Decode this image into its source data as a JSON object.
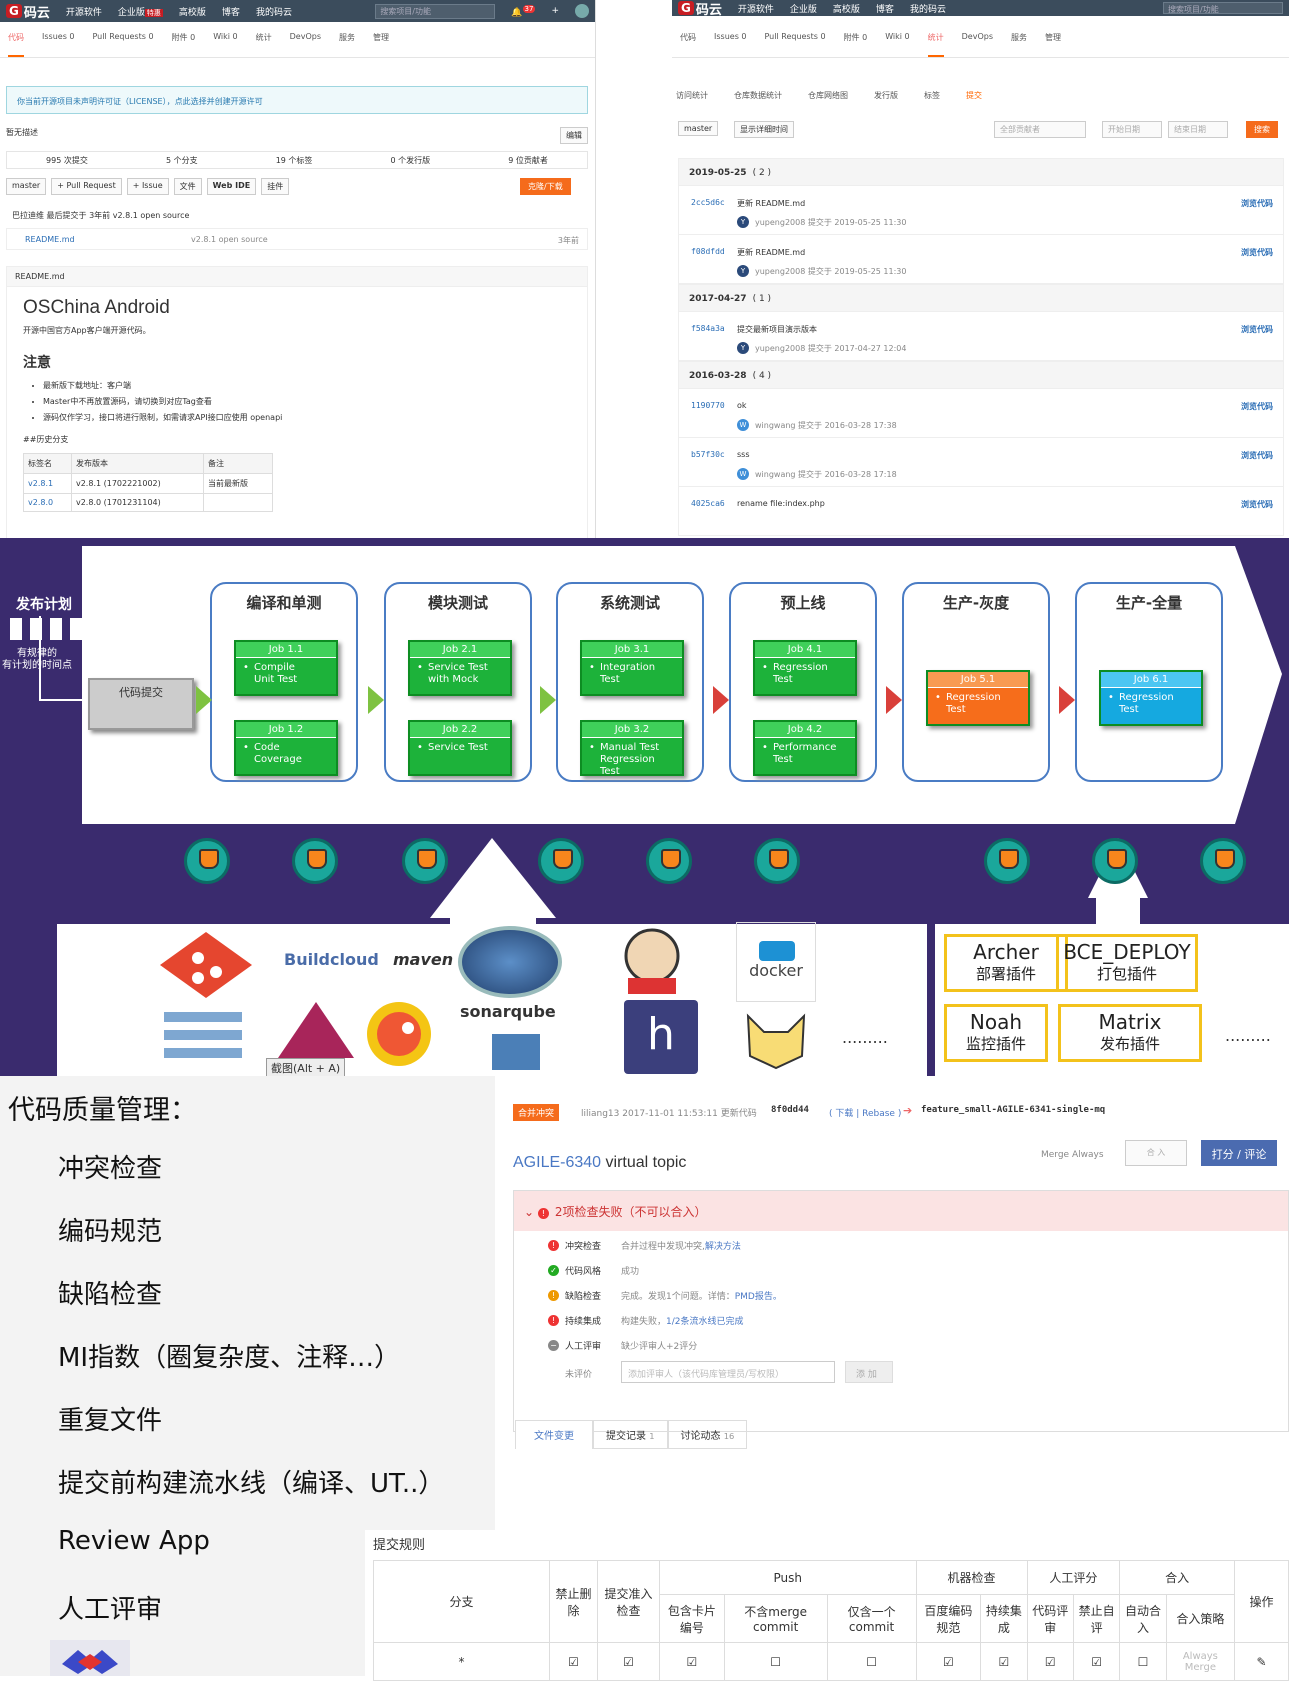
{
  "left_panel": {
    "brand": "码云",
    "nav": [
      "开源软件",
      "企业版",
      "高校版",
      "博客",
      "我的码云"
    ],
    "nav_badge": "特惠",
    "search_placeholder": "搜索项目/功能",
    "notif_count": "37",
    "tabs": [
      "代码",
      "Issues 0",
      "Pull Requests 0",
      "附件 0",
      "Wiki 0",
      "统计",
      "DevOps",
      "服务",
      "管理"
    ],
    "license_notice": "你当前开源项目未声明许可证（LICENSE），点此选择并创建开源许可",
    "no_desc": "暂无描述",
    "edit": "编辑",
    "stats": [
      "995 次提交",
      "5 个分支",
      "19 个标签",
      "0 个发行版",
      "9 位贡献者"
    ],
    "branch": "master",
    "buttons": [
      "+ Pull Request",
      "+ Issue",
      "文件",
      "Web IDE",
      "挂件"
    ],
    "clone": "克隆/下载",
    "last_commit": "巴拉迪维 最后提交于 3年前 v2.8.1 open source",
    "file_row": {
      "name": "README.md",
      "msg": "v2.8.1 open source",
      "time": "3年前"
    },
    "readme_label": "README.md",
    "readme_title": "OSChina Android",
    "readme_desc": "开源中国官方App客户端开源代码。",
    "notice_title": "注意",
    "bullets": [
      "最新版下载地址：客户端",
      "Master中不再放置源码，请切换到对应Tag查看",
      "源码仅作学习，接口将进行限制，如需请求API接口应使用 openapi"
    ],
    "history": "##历史分支",
    "tbl_head": [
      "标签名",
      "发布版本",
      "备注"
    ],
    "tbl_rows": [
      [
        "v2.8.1",
        "v2.8.1 (1702221002)",
        "当前最新版"
      ],
      [
        "v2.8.0",
        "v2.8.0 (1701231104)",
        ""
      ]
    ]
  },
  "right_panel": {
    "tabs": [
      "代码",
      "Issues 0",
      "Pull Requests 0",
      "附件 0",
      "Wiki 0",
      "统计",
      "DevOps",
      "服务",
      "管理"
    ],
    "subtabs": [
      "访问统计",
      "仓库数据统计",
      "仓库网络图",
      "发行版",
      "标签",
      "提交"
    ],
    "branch": "master",
    "detail": "显示详细时间",
    "contrib": "全部贡献者",
    "start": "开始日期",
    "end": "结束日期",
    "search": "搜索",
    "browse": "浏览代码",
    "groups": [
      {
        "date": "2019-05-25",
        "count": "( 2 )",
        "commits": [
          {
            "sha": "2cc5d6c",
            "msg": "更新 README.md",
            "by": "yupeng2008 提交于 2019-05-25 11:30",
            "av": "Y"
          },
          {
            "sha": "f08dfdd",
            "msg": "更新 README.md",
            "by": "yupeng2008 提交于 2019-05-25 11:30",
            "av": "Y"
          }
        ]
      },
      {
        "date": "2017-04-27",
        "count": "( 1 )",
        "commits": [
          {
            "sha": "f584a3a",
            "msg": "提交最新项目演示版本",
            "by": "yupeng2008 提交于 2017-04-27 12:04",
            "av": "Y"
          }
        ]
      },
      {
        "date": "2016-03-28",
        "count": "( 4 )",
        "commits": [
          {
            "sha": "1190770",
            "msg": "ok",
            "by": "wingwang 提交于 2016-03-28 17:38",
            "av": "W"
          },
          {
            "sha": "b57f30c",
            "msg": "sss",
            "by": "wingwang 提交于 2016-03-28 17:18",
            "av": "W"
          },
          {
            "sha": "4025ca6",
            "msg": "rename file:index.php",
            "by": "",
            "av": ""
          }
        ]
      }
    ]
  },
  "pipeline": {
    "plan_title": "发布计划",
    "plan_sub": "有规律的\n有计划的时间点",
    "commit_box": "代码提交",
    "stages": [
      {
        "title": "编译和单测",
        "jobs": [
          {
            "t": "Job 1.1",
            "d": "Compile\nUnit Test"
          },
          {
            "t": "Job 1.2",
            "d": "Code\nCoverage"
          }
        ]
      },
      {
        "title": "模块测试",
        "jobs": [
          {
            "t": "Job 2.1",
            "d": "Service Test\nwith Mock"
          },
          {
            "t": "Job 2.2",
            "d": "Service Test"
          }
        ]
      },
      {
        "title": "系统测试",
        "jobs": [
          {
            "t": "Job 3.1",
            "d": "Integration\nTest"
          },
          {
            "t": "Job 3.2",
            "d": "Manual Test\nRegression\nTest"
          }
        ]
      },
      {
        "title": "预上线",
        "jobs": [
          {
            "t": "Job 4.1",
            "d": "Regression\nTest"
          },
          {
            "t": "Job 4.2",
            "d": "Performance\nTest"
          }
        ]
      },
      {
        "title": "生产-灰度",
        "jobs": [
          {
            "t": "Job 5.1",
            "d": "Regression\nTest"
          }
        ]
      },
      {
        "title": "生产-全量",
        "jobs": [
          {
            "t": "Job 6.1",
            "d": "Regression\nTest"
          }
        ]
      }
    ],
    "tools": [
      "Buildcloud",
      "maven",
      "docker",
      "sonarqube",
      "........."
    ],
    "plugins": [
      {
        "name": "Archer",
        "sub": "部署插件"
      },
      {
        "name": "BCE_DEPLOY",
        "sub": "打包插件"
      },
      {
        "name": "Noah",
        "sub": "监控插件"
      },
      {
        "name": "Matrix",
        "sub": "发布插件"
      }
    ],
    "plugins_more": ".........",
    "screenshot_tip": "截图(Alt + A)"
  },
  "quality": {
    "title": "代码质量管理：",
    "items": [
      "冲突检查",
      "编码规范",
      "缺陷检查",
      "MI指数（圈复杂度、注释…）",
      "重复文件",
      "提交前构建流水线（编译、UT..）",
      "Review App",
      "人工评审"
    ]
  },
  "mr": {
    "badge": "合并冲突",
    "meta": "liliang13  2017-11-01 11:53:11  更新代码",
    "hash": "8f0dd44",
    "links": "( 下载 | Rebase )",
    "branch": "feature_small-AGILE-6341-single-mq",
    "id": "AGILE-6340",
    "title": " virtual topic",
    "merge_always": "Merge Always",
    "merge_btn": "合 入",
    "score_btn": "打分 / 评论",
    "fail_title": "2项检查失败（不可以合入）",
    "checks": [
      {
        "name": "冲突检查",
        "msg": "合并过程中发现冲突, ",
        "link": "解决方法",
        "state": "err"
      },
      {
        "name": "代码风格",
        "msg": "成功",
        "link": "",
        "state": "ok"
      },
      {
        "name": "缺陷检查",
        "msg": "完成。发现1个问题。详情：",
        "link": "PMD报告。",
        "state": "warn"
      },
      {
        "name": "持续集成",
        "msg": "构建失败，",
        "link": "1/2条流水线已完成",
        "state": "err"
      },
      {
        "name": "人工评审",
        "msg": "缺少评审人+2评分",
        "link": "",
        "state": "minus"
      }
    ],
    "reviewer_label": "未评价",
    "reviewer_placeholder": "添加评审人（该代码库管理员/写权限）",
    "add_btn": "添 加",
    "tabs": [
      "文件变更",
      "提交记录",
      "讨论动态"
    ],
    "tab_counts": [
      "",
      "1",
      "16"
    ]
  },
  "rules": {
    "title": "提交规则",
    "col_branch": "分支",
    "col_del": "禁止删除",
    "col_access": "提交准入检查",
    "grp_push": "Push",
    "push_cols": [
      "包含卡片编号",
      "不含merge commit",
      "仅含一个commit"
    ],
    "grp_machine": "机器检查",
    "machine_cols": [
      "百度编码规范",
      "持续集成"
    ],
    "grp_human": "人工评分",
    "human_cols": [
      "代码评审",
      "禁止自评"
    ],
    "grp_merge": "合入",
    "merge_cols": [
      "自动合入",
      "合入策略"
    ],
    "col_op": "操作",
    "row_branch": "*",
    "row_strategy": "Always Merge"
  }
}
